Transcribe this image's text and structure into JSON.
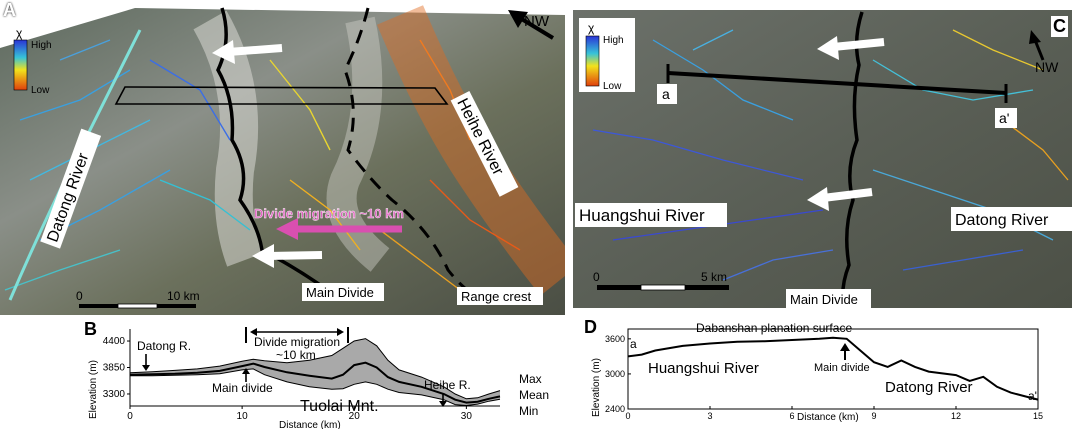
{
  "panels": {
    "a": {
      "letter": "A",
      "legend": {
        "symbol": "χ",
        "high": "High",
        "low": "Low"
      },
      "north": "NW",
      "labels": {
        "datong": "Datong River",
        "heihe": "Heihe River",
        "migration": "Divide migration ~10 km",
        "main_divide": "Main Divide",
        "range_crest": "Range crest"
      },
      "scale": {
        "zero": "0",
        "end": "10 km"
      }
    },
    "b": {
      "letter": "B",
      "ylabel": "Elevation (m)",
      "xlabel": "Distance (km)",
      "yticks": [
        "4400",
        "3850",
        "3300"
      ],
      "xticks": [
        "0",
        "10",
        "20",
        "30"
      ],
      "labels": {
        "datong": "Datong R.",
        "migration_line1": "Divide migration",
        "migration_line2": "~10 km",
        "main_divide": "Main divide",
        "heihe": "Heihe R.",
        "tuolai": "Tuolai Mnt."
      },
      "legend": [
        "Max",
        "Mean",
        "Min"
      ]
    },
    "c": {
      "letter": "C",
      "legend": {
        "symbol": "χ",
        "high": "High",
        "low": "Low"
      },
      "north": "NW",
      "labels": {
        "a": "a",
        "a_prime": "a'",
        "huangshui": "Huangshui River",
        "datong": "Datong River",
        "main_divide": "Main Divide"
      },
      "scale": {
        "zero": "0",
        "end": "5 km"
      }
    },
    "d": {
      "letter": "D",
      "ylabel": "Elevation (m)",
      "xlabel": "Distance (km)",
      "yticks": [
        "3600",
        "3000",
        "2400"
      ],
      "xticks": [
        "0",
        "3",
        "6",
        "9",
        "12",
        "15"
      ],
      "labels": {
        "a": "a",
        "a_prime": "a'",
        "planation": "Dabanshan planation surface",
        "huangshui": "Huangshui River",
        "main_divide": "Main divide",
        "datong": "Datong River"
      }
    }
  },
  "chart_data": [
    {
      "type": "area",
      "ylabel": "Elevation (m)",
      "xlabel": "Distance (km)",
      "xlim": [
        0,
        33
      ],
      "ylim": [
        3050,
        4650
      ],
      "x": [
        0,
        2,
        4,
        6,
        8,
        10,
        11,
        12,
        14,
        16,
        18,
        19,
        20,
        21,
        22,
        23,
        24,
        26,
        28,
        29,
        30,
        31,
        32,
        33
      ],
      "series": [
        {
          "name": "Max",
          "values": [
            3740,
            3760,
            3790,
            3820,
            3880,
            3980,
            4020,
            3990,
            3950,
            4000,
            4100,
            4250,
            4400,
            4450,
            4300,
            4000,
            3800,
            3650,
            3450,
            3300,
            3200,
            3220,
            3300,
            3370
          ]
        },
        {
          "name": "Mean",
          "values": [
            3700,
            3710,
            3720,
            3740,
            3780,
            3880,
            3930,
            3860,
            3750,
            3680,
            3620,
            3700,
            3900,
            3950,
            3850,
            3650,
            3550,
            3450,
            3300,
            3180,
            3120,
            3140,
            3200,
            3250
          ]
        },
        {
          "name": "Min",
          "values": [
            3680,
            3680,
            3690,
            3700,
            3720,
            3800,
            3820,
            3700,
            3550,
            3450,
            3400,
            3410,
            3500,
            3550,
            3500,
            3400,
            3330,
            3280,
            3180,
            3080,
            3060,
            3090,
            3150,
            3190
          ]
        }
      ]
    },
    {
      "type": "line",
      "ylabel": "Elevation (m)",
      "xlabel": "Distance (km)",
      "xlim": [
        0,
        15
      ],
      "ylim": [
        2400,
        3700
      ],
      "x": [
        0,
        0.5,
        1,
        2,
        3,
        4,
        5,
        6,
        7,
        7.5,
        8,
        8.5,
        9,
        9.5,
        10,
        10.5,
        11,
        12,
        12.5,
        13,
        13.5,
        14,
        14.5,
        15
      ],
      "values": [
        3300,
        3330,
        3400,
        3480,
        3520,
        3550,
        3560,
        3580,
        3600,
        3620,
        3600,
        3400,
        3200,
        3120,
        3230,
        3120,
        3040,
        2980,
        2880,
        2950,
        2780,
        2680,
        2620,
        2560
      ]
    }
  ]
}
